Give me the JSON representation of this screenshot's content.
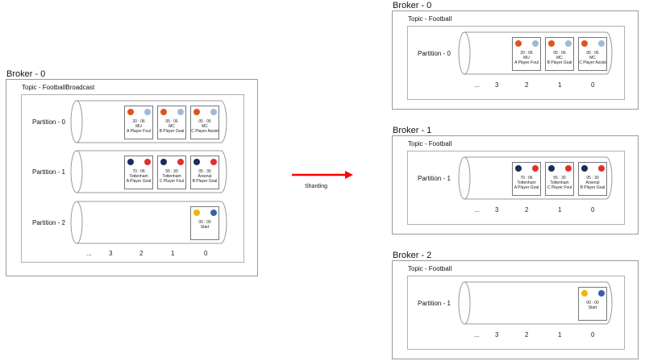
{
  "arrow": {
    "label": "Sharding",
    "color": "#ff0000"
  },
  "colors": {
    "mu": "#e0531f",
    "mc": "#9fb9d9",
    "tot": "#1c2d5a",
    "ars": "#e03030",
    "wol": "#f4b400",
    "che": "#3a5fa8"
  },
  "left": {
    "broker": "Broker - 0",
    "topic": "Topic - FootballBroadcast",
    "partitions": [
      {
        "label": "Partition - 0",
        "cards": [
          {
            "home": "mu",
            "away": "mc",
            "time": "20 : 06",
            "team": "MU",
            "event": "A Player Foul"
          },
          {
            "home": "mu",
            "away": "mc",
            "time": "05 : 06",
            "team": "MC",
            "event": "B Player Goal"
          },
          {
            "home": "mu",
            "away": "mc",
            "time": "05 : 05",
            "team": "MC",
            "event": "C Player Assist"
          }
        ]
      },
      {
        "label": "Partition - 1",
        "cards": [
          {
            "home": "tot",
            "away": "ars",
            "time": "70 : 06",
            "team": "Tottenham",
            "event": "A Player Goal"
          },
          {
            "home": "tot",
            "away": "ars",
            "time": "55 : 30",
            "team": "Tottenham",
            "event": "C Player Foul"
          },
          {
            "home": "tot",
            "away": "ars",
            "time": "05 : 30",
            "team": "Arsenal",
            "event": "B Player Goal"
          }
        ]
      },
      {
        "label": "Partition - 2",
        "cards": [
          {
            "home": "wol",
            "away": "che",
            "time": "00 : 00",
            "team": "Start",
            "event": ""
          }
        ]
      }
    ],
    "offsets": [
      "...",
      "3",
      "2",
      "1",
      "0"
    ]
  },
  "right": [
    {
      "broker": "Broker - 0",
      "topic": "Topic - Football",
      "partition": "Partition - 0",
      "cards": [
        {
          "home": "mu",
          "away": "mc",
          "time": "20 : 06",
          "team": "MU",
          "event": "A Player Foul"
        },
        {
          "home": "mu",
          "away": "mc",
          "time": "05 : 06",
          "team": "MC",
          "event": "B Player Goal"
        },
        {
          "home": "mu",
          "away": "mc",
          "time": "05 : 05",
          "team": "MC",
          "event": "C Player Assist"
        }
      ],
      "offsets": [
        "...",
        "3",
        "2",
        "1",
        "0"
      ]
    },
    {
      "broker": "Broker - 1",
      "topic": "Topic - Football",
      "partition": "Partition - 1",
      "cards": [
        {
          "home": "tot",
          "away": "ars",
          "time": "70 : 06",
          "team": "Tottenham",
          "event": "A Player Goal"
        },
        {
          "home": "tot",
          "away": "ars",
          "time": "55 : 30",
          "team": "Tottenham",
          "event": "C Player Foul"
        },
        {
          "home": "tot",
          "away": "ars",
          "time": "05 : 30",
          "team": "Arsenal",
          "event": "B Player Goal"
        }
      ],
      "offsets": [
        "...",
        "3",
        "2",
        "1",
        "0"
      ]
    },
    {
      "broker": "Broker - 2",
      "topic": "Topic - Football",
      "partition": "Partition - 1",
      "cards": [
        {
          "home": "wol",
          "away": "che",
          "time": "00 : 00",
          "team": "Start",
          "event": ""
        }
      ],
      "offsets": [
        "...",
        "3",
        "2",
        "1",
        "0"
      ]
    }
  ]
}
